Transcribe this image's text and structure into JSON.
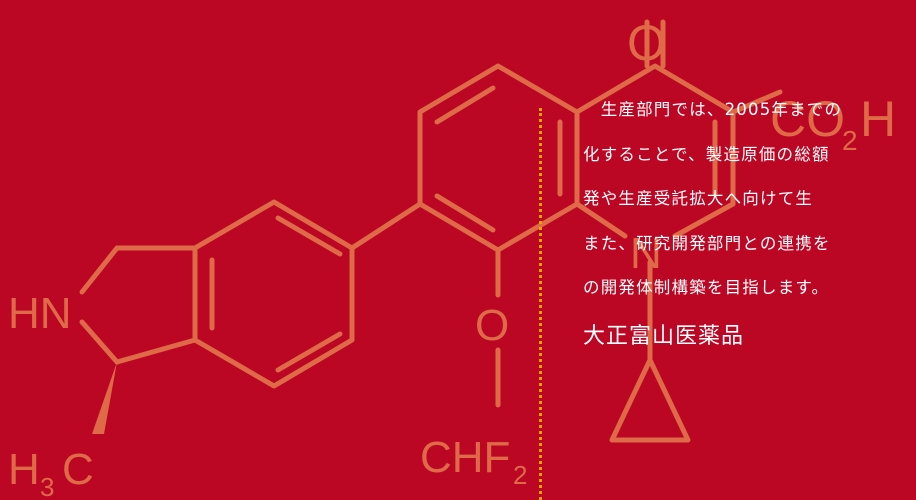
{
  "colors": {
    "background": "#bb0624",
    "structure": "#de6a47",
    "divider": "#f0a400",
    "text": "#ffffff"
  },
  "molecule": {
    "atom_O_top": "O",
    "atom_CO2H_main": "CO",
    "atom_CO2H_sub": "2",
    "atom_CO2H_end": "H",
    "atom_N": "N",
    "atom_HN": "HN",
    "atom_H3C_H": "H",
    "atom_H3C_sub": "3",
    "atom_H3C_C": "C",
    "atom_O_ether": "O",
    "atom_CHF_main": "CHF",
    "atom_CHF_sub": "2"
  },
  "paragraph": {
    "lines": [
      "　生産部門では、2005年までの",
      "化することで、製造原価の総額",
      "発や生産受託拡大へ向けて生",
      "また、研究開発部門との連携を",
      "の開発体制構築を目指します。"
    ]
  },
  "company_name": "大正富山医薬品"
}
